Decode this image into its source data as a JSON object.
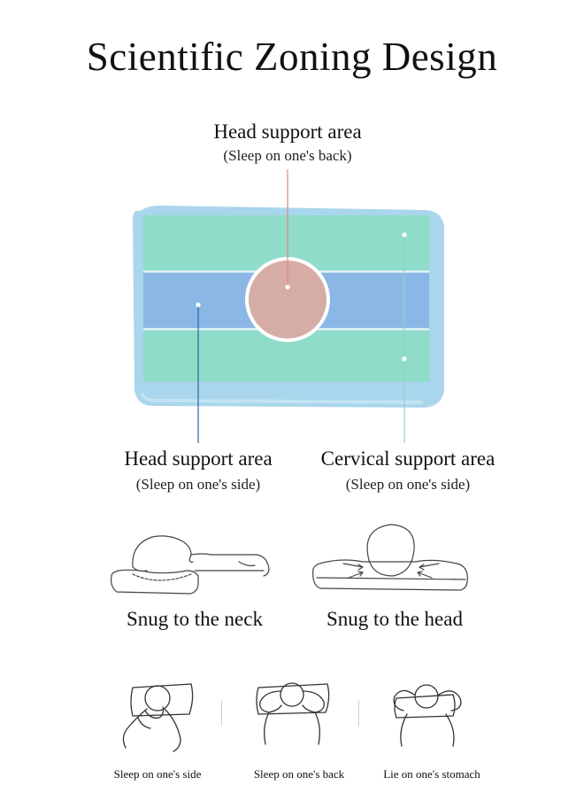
{
  "title": "Scientific Zoning Design",
  "callouts": {
    "top": {
      "label": "Head support area",
      "sub": "(Sleep on one's back)"
    },
    "left": {
      "label": "Head support area",
      "sub": "(Sleep on one's side)"
    },
    "right": {
      "label": "Cervical support area",
      "sub": "(Sleep on one's side)"
    }
  },
  "zone_colors": {
    "outer": "#a9d6ec",
    "green": "#8fdcc9",
    "blue": "#8ab7e6",
    "circle": "#d6ada6",
    "line_top": "#e08a7a",
    "line_left": "#2d62a8",
    "line_right": "#8fd4c4"
  },
  "illustrations": {
    "neck_caption": "Snug to the neck",
    "head_caption": "Snug to the head"
  },
  "positions": [
    {
      "label": "Sleep on one's side",
      "icon": "side-sleeper-icon"
    },
    {
      "label": "Sleep on one's back",
      "icon": "back-sleeper-icon"
    },
    {
      "label": "Lie on one's stomach",
      "icon": "stomach-sleeper-icon"
    }
  ]
}
